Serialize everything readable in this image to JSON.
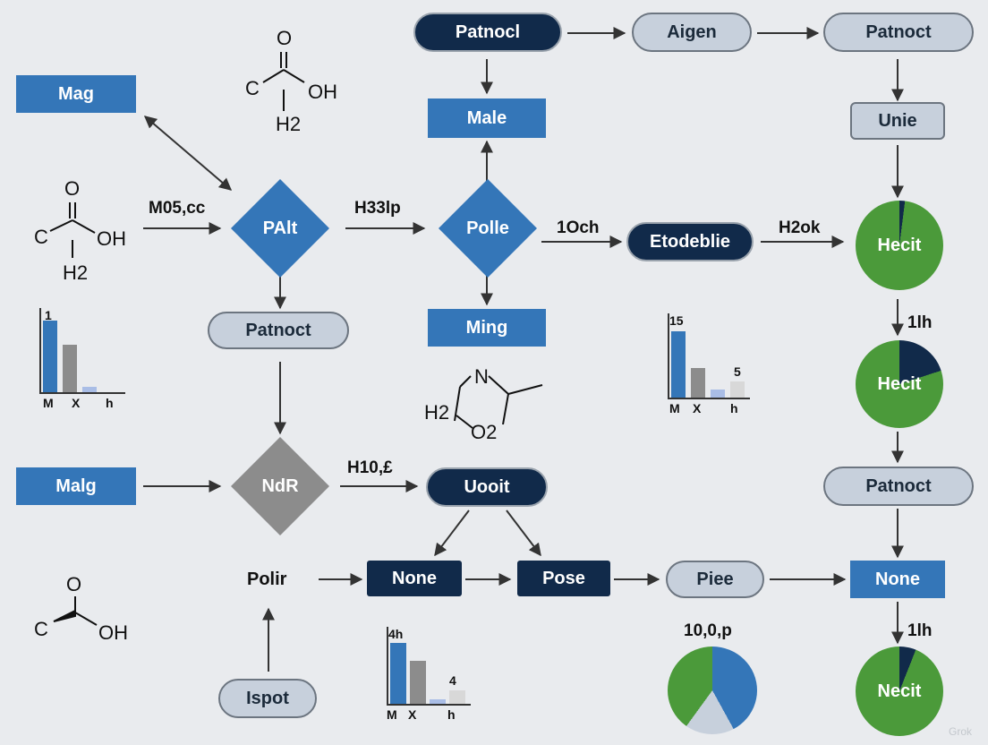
{
  "nodes": {
    "mag": "Mag",
    "malg": "Malg",
    "palt": "PAlt",
    "ndr": "NdR",
    "patnoct_mid": "Patnoct",
    "polir": "Polir",
    "ispot": "Ispot",
    "patnocl_top": "Patnocl",
    "male": "Male",
    "polle": "Polle",
    "ming": "Ming",
    "uooit": "Uooit",
    "none_left": "None",
    "pose": "Pose",
    "aigen": "Aigen",
    "etodeblie": "Etodeblie",
    "piee": "Piee",
    "patnoct_top_right": "Patnoct",
    "unie": "Unie",
    "hecit_1": "Hecit",
    "hecit_2": "Hecit",
    "patnoct_right": "Patnoct",
    "none_right": "None",
    "necit": "Necit"
  },
  "edge_labels": {
    "m05cc": "M05,cc",
    "h33lp": "H33lp",
    "ten_ch": "1Och",
    "h2ok": "H2ok",
    "h10": "H10,£",
    "one_lh_a": "1lh",
    "one_lh_b": "1lh",
    "pie_label": "10,0,p"
  },
  "chemistry": {
    "c": "C",
    "o": "O",
    "oh": "OH",
    "h2": "H2",
    "n": "N",
    "o2": "O2"
  },
  "charts": {
    "left_top": {
      "top_label": "1",
      "ticks": [
        "M",
        "X",
        "h"
      ],
      "values": [
        100,
        66,
        8
      ],
      "colors": [
        "#3476b8",
        "#8c8c8c",
        "#a9bde6"
      ]
    },
    "middle": {
      "top_label": "15",
      "side_label": "5",
      "ticks": [
        "M",
        "X",
        "h"
      ],
      "values": [
        100,
        44,
        12,
        24
      ],
      "colors": [
        "#3476b8",
        "#8c8c8c",
        "#a9bde6",
        "#d8d8d8"
      ]
    },
    "bottom": {
      "top_label": "4h",
      "side_label": "4",
      "ticks": [
        "M",
        "X",
        "h"
      ],
      "values": [
        100,
        70,
        8,
        22
      ],
      "colors": [
        "#3476b8",
        "#8c8c8c",
        "#a9bde6",
        "#d8d8d8"
      ]
    }
  },
  "pies": {
    "hecit_1": {
      "slices": [
        {
          "value": 0.02,
          "color": "#112a4a"
        },
        {
          "value": 0.98,
          "color": "#4b9a3a"
        }
      ]
    },
    "hecit_2": {
      "slices": [
        {
          "value": 0.2,
          "color": "#112a4a"
        },
        {
          "value": 0.8,
          "color": "#4b9a3a"
        }
      ]
    },
    "necit": {
      "slices": [
        {
          "value": 0.06,
          "color": "#112a4a"
        },
        {
          "value": 0.94,
          "color": "#4b9a3a"
        }
      ]
    },
    "bottom_pie": {
      "slices": [
        {
          "value": 0.42,
          "color": "#3476b8"
        },
        {
          "value": 0.18,
          "color": "#c7d0dc"
        },
        {
          "value": 0.4,
          "color": "#4b9a3a"
        }
      ]
    }
  },
  "colors": {
    "blue": "#3476b8",
    "navy": "#112a4a",
    "gray": "#8c8c8c",
    "green": "#4b9a3a",
    "light": "#c7d0dc"
  },
  "watermark": "Grok"
}
